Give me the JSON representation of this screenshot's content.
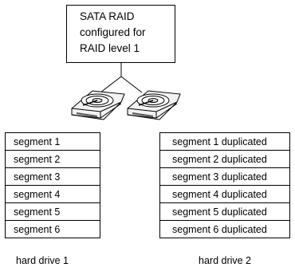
{
  "title_lines": [
    "SATA RAID",
    "configured for",
    "RAID level 1"
  ],
  "drive1": {
    "segments": [
      "segment 1",
      "segment 2",
      "segment 3",
      "segment 4",
      "segment 5",
      "segment 6"
    ],
    "label": "hard drive 1"
  },
  "drive2": {
    "segments": [
      "segment 1 duplicated",
      "segment 2 duplicated",
      "segment 3 duplicated",
      "segment 4 duplicated",
      "segment 5 duplicated",
      "segment 6 duplicated"
    ],
    "label": "hard drive 2"
  },
  "icons": [
    "hard-drive-icon",
    "hard-drive-icon"
  ]
}
